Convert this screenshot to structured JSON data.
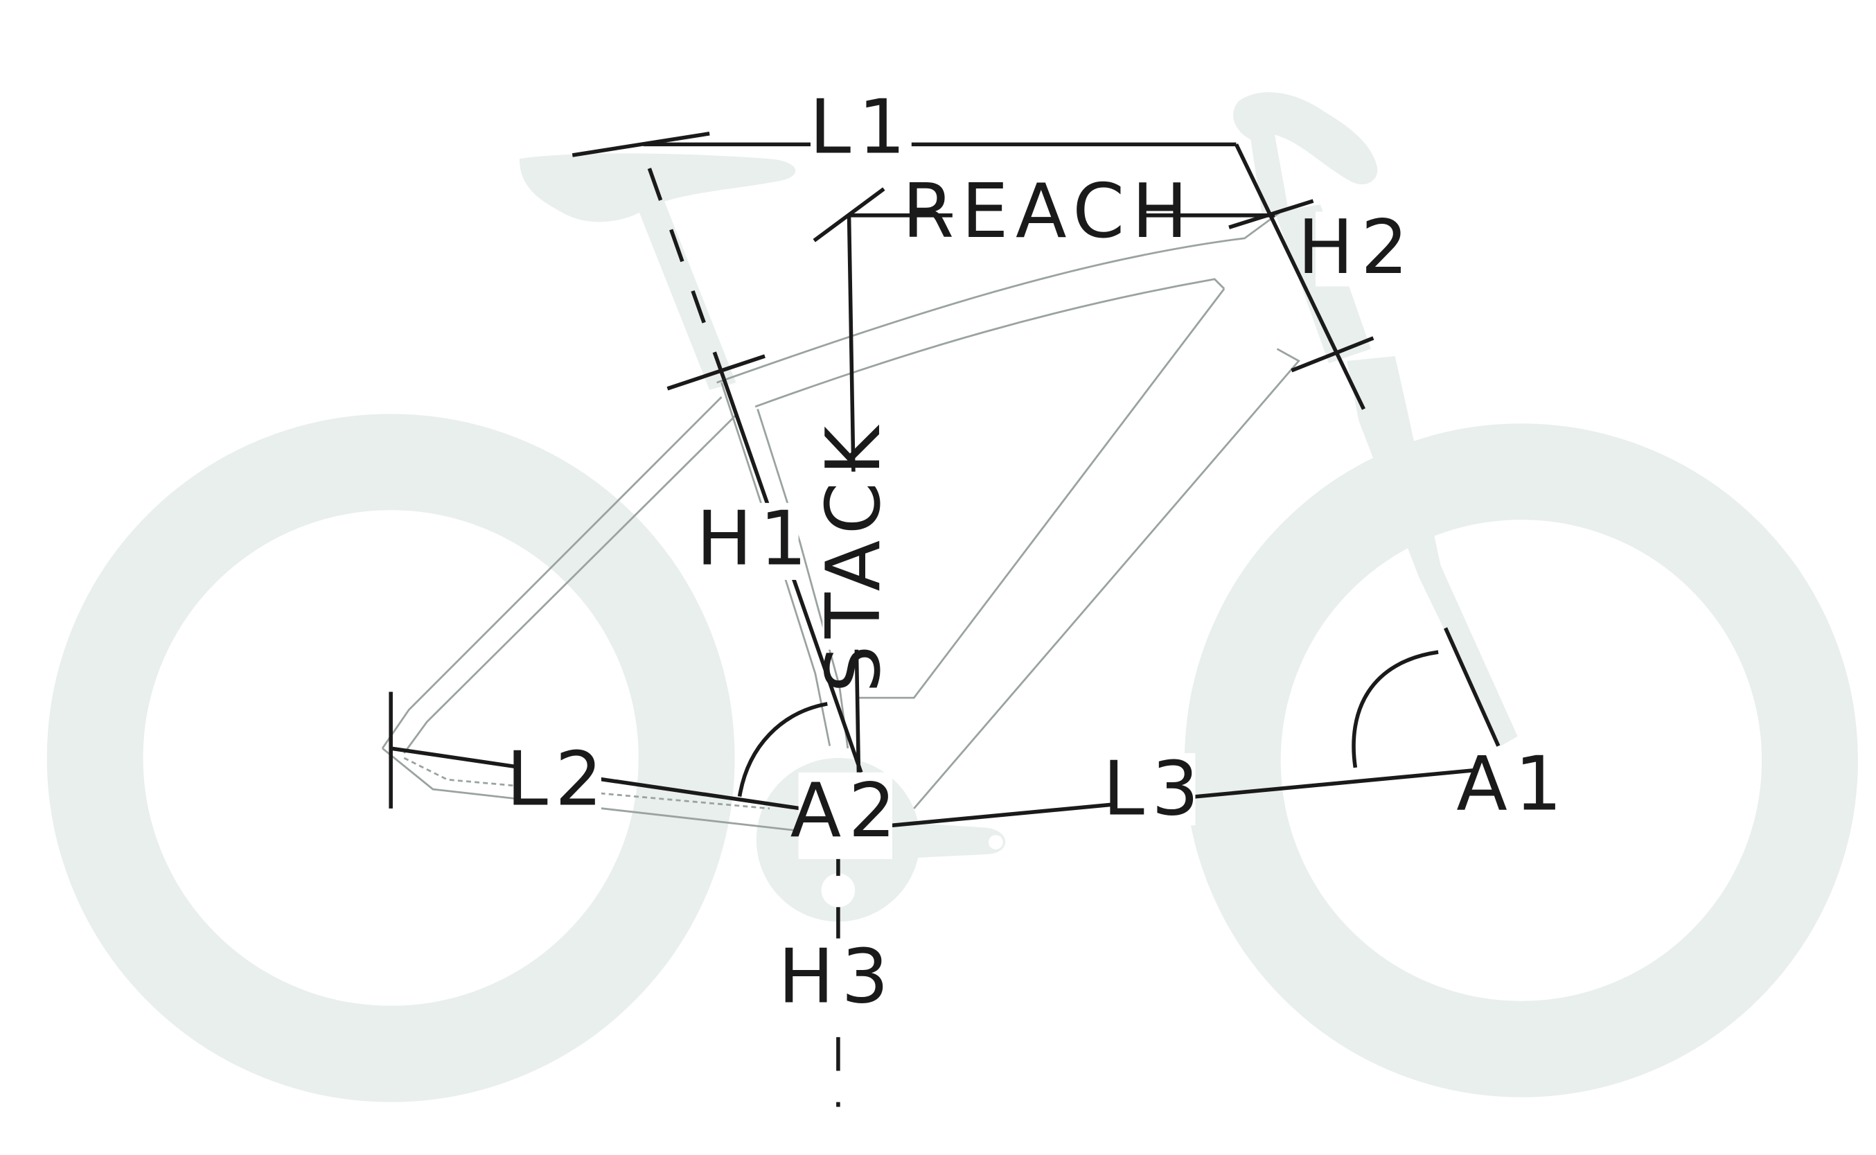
{
  "labels": {
    "l1": "L1",
    "reach": "REACH",
    "h2": "H2",
    "h1": "H1",
    "stack": "STACK",
    "l2": "L2",
    "a2": "A2",
    "l3": "L3",
    "a1": "A1",
    "h3": "H3"
  },
  "colors": {
    "bike_silhouette": "#e9efec",
    "frame_outline": "#9aa39f",
    "dimension_lines": "#1a1a1a",
    "background": "#ffffff"
  }
}
